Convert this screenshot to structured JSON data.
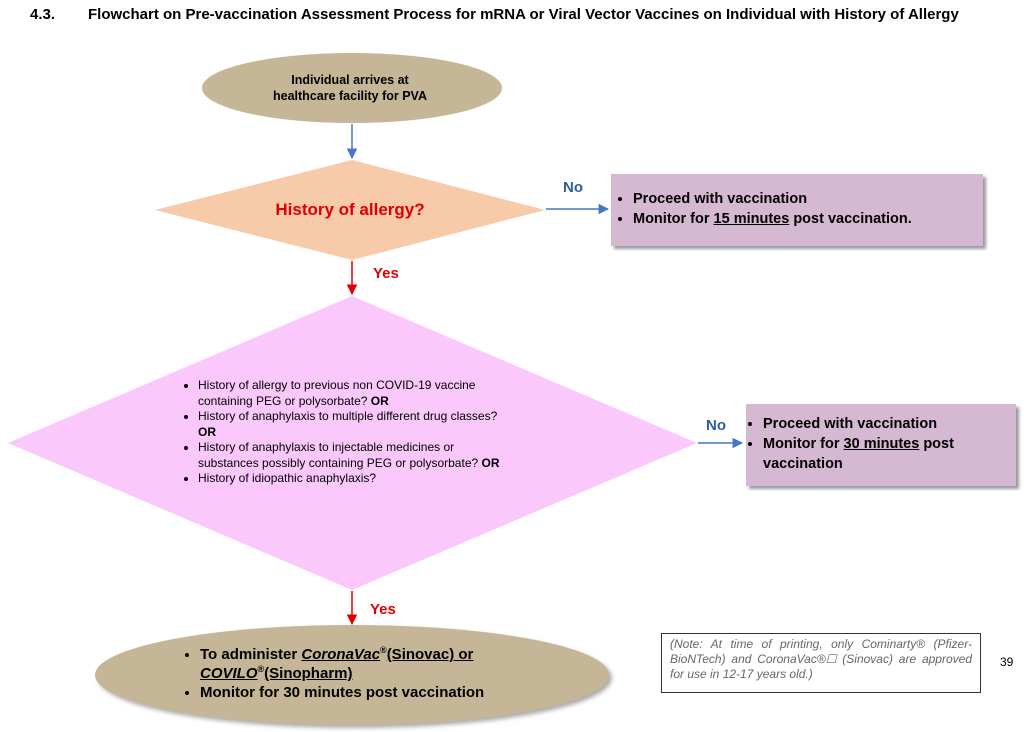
{
  "heading": {
    "number": "4.3.",
    "title": "Flowchart on Pre-vaccination Assessment Process for mRNA or Viral Vector Vaccines on Individual with History of Allergy"
  },
  "start": {
    "line1": "Individual arrives at",
    "line2": "healthcare facility for PVA"
  },
  "question1": "History of allergy?",
  "labels": {
    "no": "No",
    "yes": "Yes"
  },
  "box1": {
    "item1": "Proceed with vaccination",
    "item2_pre": "Monitor for ",
    "item2_u": "15 minutes",
    "item2_post": " post vaccination."
  },
  "question2": {
    "items": [
      {
        "text": "History of allergy to previous non COVID-19 vaccine containing PEG or polysorbate? ",
        "bold": "OR"
      },
      {
        "text": "History of anaphylaxis to multiple different drug classes?  ",
        "bold": "OR"
      },
      {
        "text": "History of anaphylaxis to injectable medicines or substances  possibly containing PEG or polysorbate? ",
        "bold": "OR"
      },
      {
        "text": "History of idiopathic anaphylaxis?",
        "bold": ""
      }
    ]
  },
  "box2": {
    "item1": "Proceed with vaccination",
    "item2_pre": "Monitor for ",
    "item2_u": "30 minutes",
    "item2_post": " post vaccination"
  },
  "end": {
    "item1_pre": "To administer ",
    "vaccine1": "CoronaVac",
    "reg": "®",
    "maker1": "(Sinovac) or",
    "vaccine2": "COVILO",
    "maker2": "(Sinopharm)",
    "item2": "Monitor for 30 minutes post vaccination"
  },
  "note": "(Note: At time of printing, only Cominarty® (Pfizer-BioNTech) and CoronaVac®☐ (Sinovac) are approved for use in 12-17 years old.)",
  "page_number": "39",
  "colors": {
    "oval": "#c4b696",
    "diamond1": "#f7cbaa",
    "diamond2": "#fbc8fb",
    "box": "#d5b8d1",
    "arrow_blue": "#4677c4",
    "arrow_red": "#e00000"
  }
}
